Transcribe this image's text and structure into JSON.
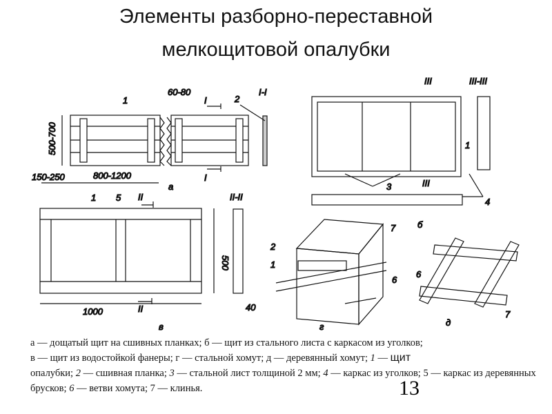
{
  "title": {
    "line1": "Элементы разборно-переставной",
    "line2": "мелкощитовой опалубки"
  },
  "drawing_labels": {
    "a": {
      "letter": "а",
      "dim_height": "500-700",
      "dim_edge": "150-250",
      "dim_span": "800-1200",
      "dim_plank": "60-80",
      "section": "I-I",
      "cut_mark": "I",
      "callout_1": "1",
      "callout_2": "2"
    },
    "b": {
      "letter": "б",
      "section": "III-III",
      "cut_mark": "III",
      "callout_1": "1",
      "callout_3": "3",
      "callout_4": "4"
    },
    "v": {
      "letter": "в",
      "dim_width": "1000",
      "dim_height": "500",
      "dim_thickness": "40",
      "section": "II-II",
      "cut_mark": "II",
      "callout_1": "1",
      "callout_5": "5"
    },
    "g": {
      "letter": "г",
      "callout_1": "1",
      "callout_2": "2",
      "callout_6": "6",
      "callout_7": "7"
    },
    "d": {
      "letter": "д",
      "callout_6": "6",
      "callout_7": "7"
    }
  },
  "caption": {
    "p1": "а — дощатый щит на сшивных планках; б — щит из стального листа с каркасом из уголков;",
    "p2": "в — щит из водостойкой фанеры;   г — стальной хомут; д — деревянный хомут; ",
    "n1": "1",
    "p3": " — ",
    "p3b": "щит",
    "p4": "опалубки; ",
    "n2": "2",
    "p5": " — сшивная планка; ",
    "n3": "3",
    "p6": " — стальной лист толщиной 2 мм; ",
    "n4": "4",
    "p7": " — каркас из уголков; 5 — каркас из деревянных брусков; ",
    "n6": "6",
    "p8": " — ветви хомута; 7 — клинья."
  },
  "page_number": "13"
}
